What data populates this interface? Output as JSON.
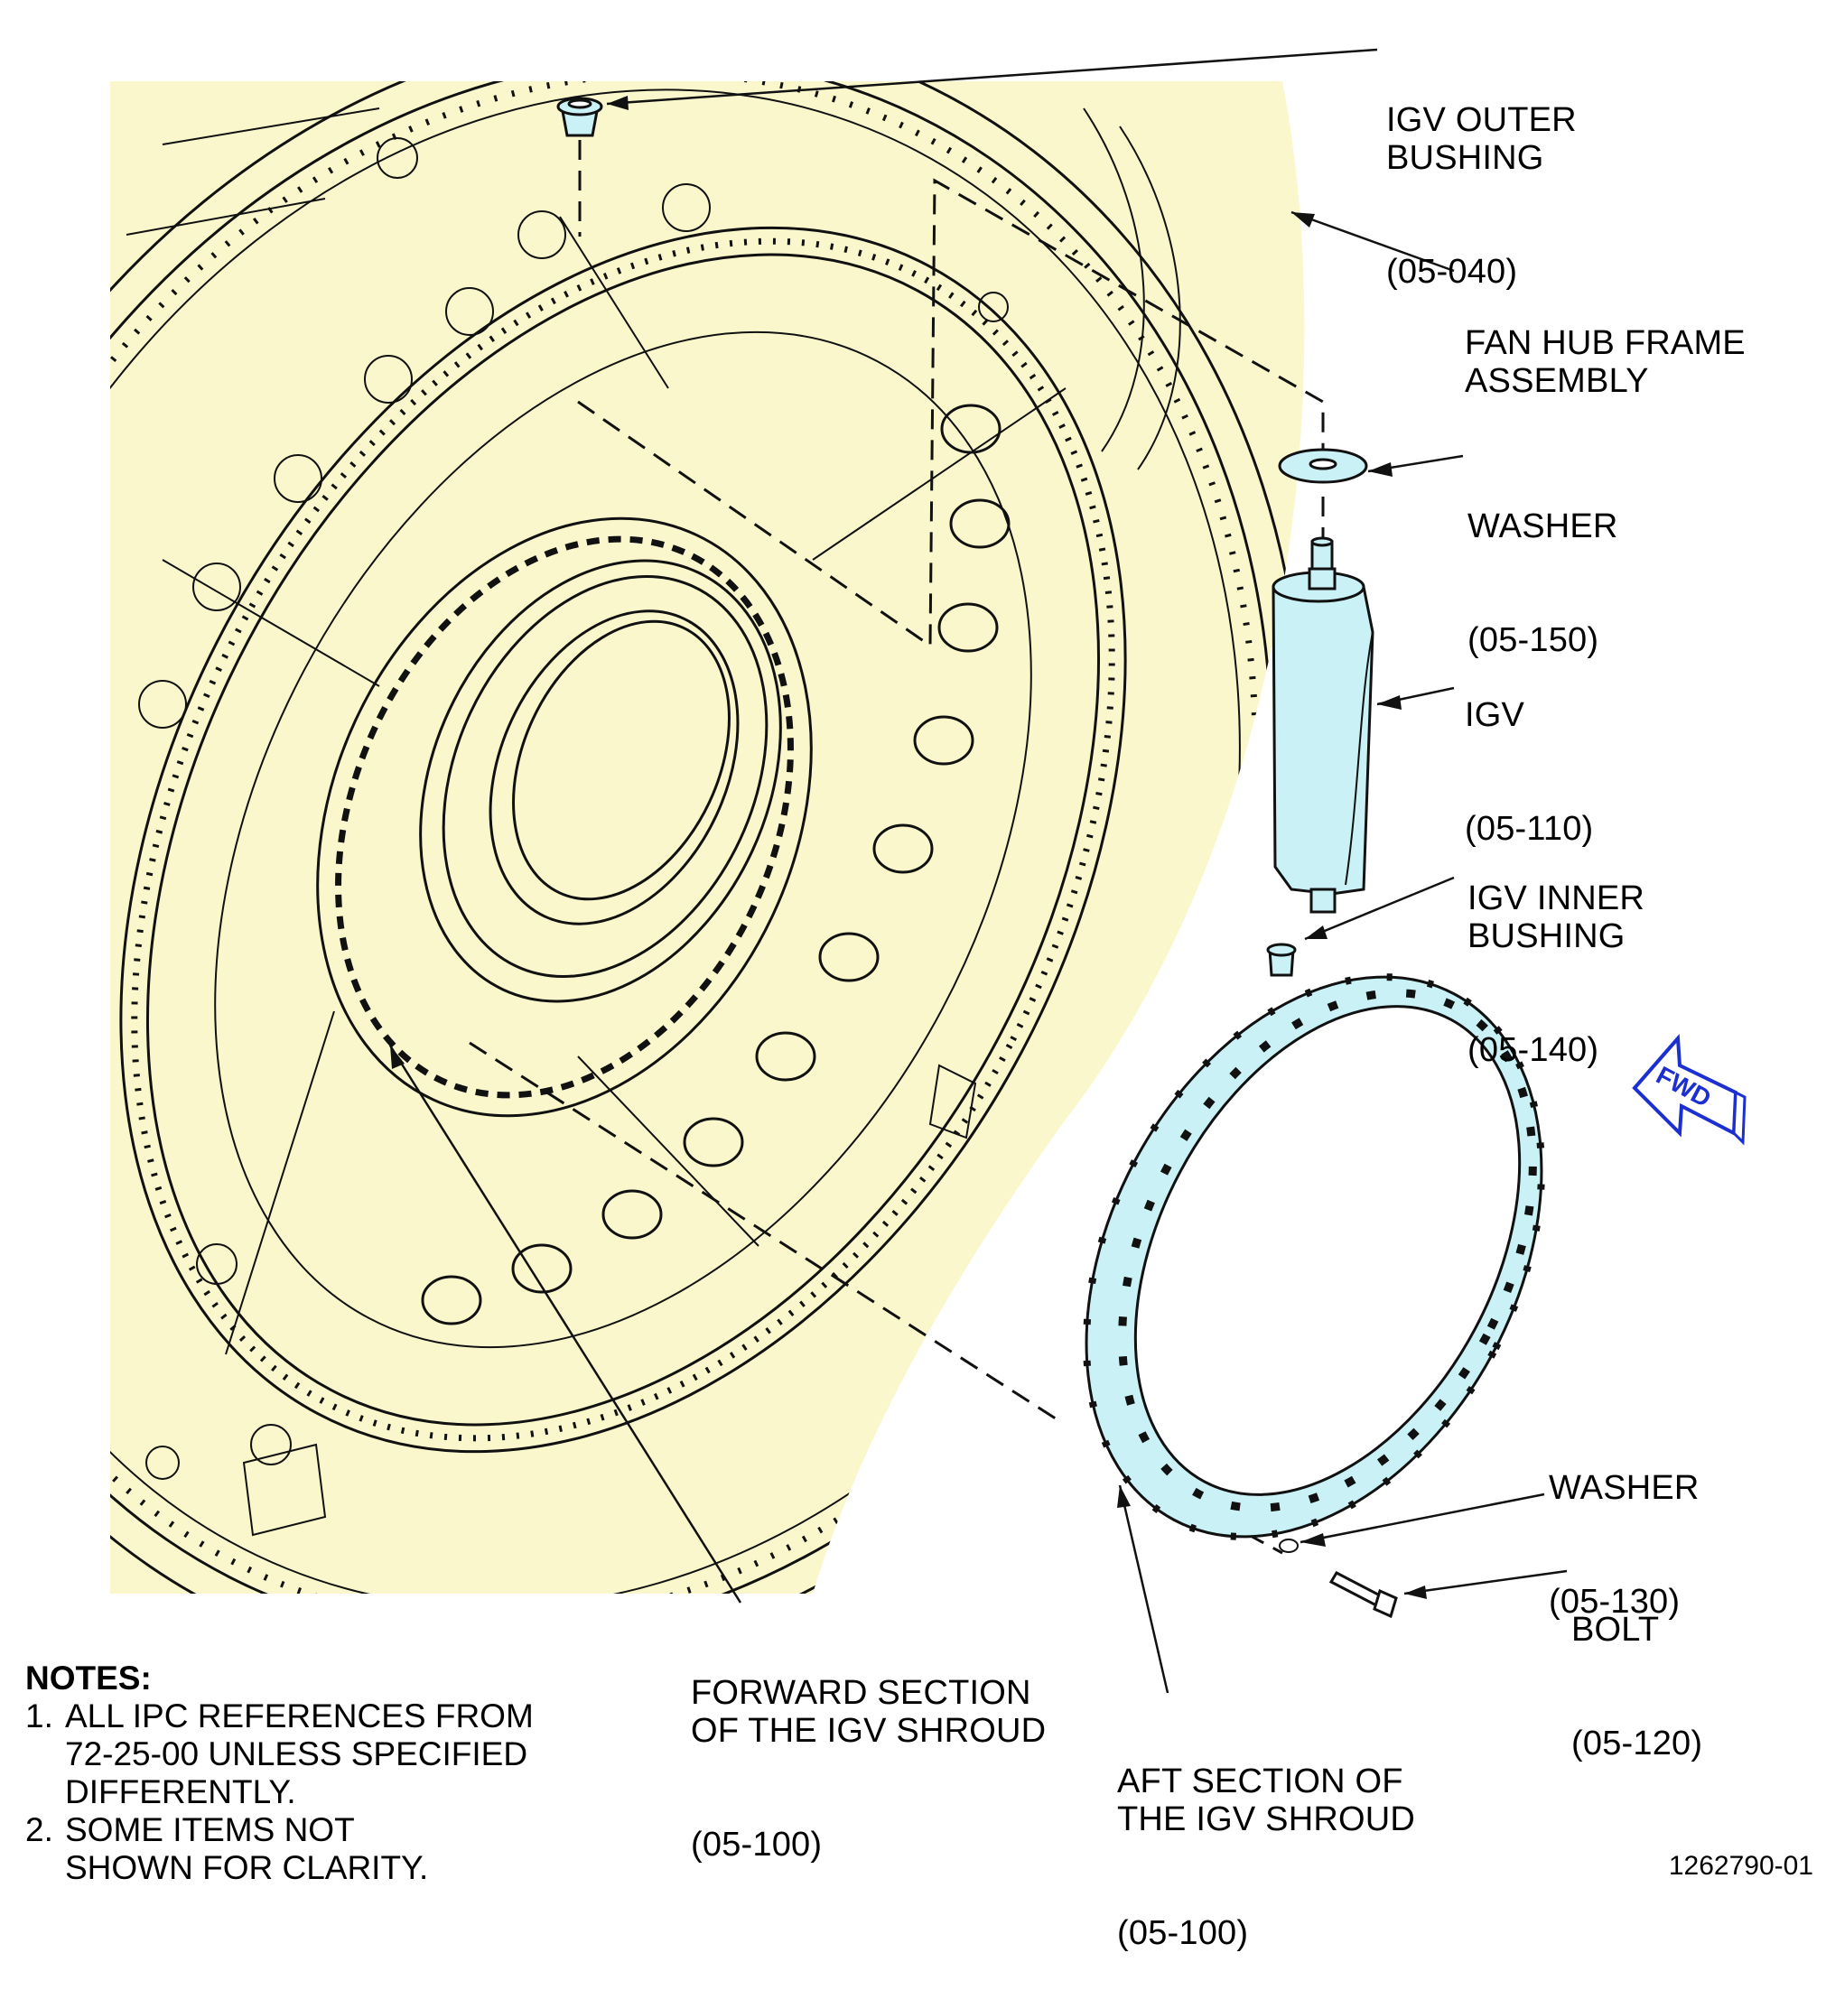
{
  "colors": {
    "frame_fill": "#faf7cd",
    "part_fill": "#c9f1f6",
    "line": "#111111",
    "fwd_arrow": "#1c2fd0"
  },
  "callouts": {
    "igv_outer_bushing": {
      "name": "IGV OUTER\nBUSHING",
      "ref": "(05-040)"
    },
    "fan_hub_frame": {
      "name": "FAN HUB FRAME\nASSEMBLY"
    },
    "washer_top": {
      "name": "WASHER",
      "ref": "(05-150)"
    },
    "igv": {
      "name": "IGV",
      "ref": "(05-110)"
    },
    "igv_inner_bushing": {
      "name": "IGV INNER\nBUSHING",
      "ref": "(05-140)"
    },
    "washer_bottom": {
      "name": "WASHER",
      "ref": "(05-130)"
    },
    "bolt": {
      "name": "BOLT",
      "ref": "(05-120)"
    },
    "forward_section": {
      "name": "FORWARD SECTION\nOF THE IGV SHROUD",
      "ref": "(05-100)"
    },
    "aft_section": {
      "name": "AFT SECTION OF\nTHE IGV SHROUD",
      "ref": "(05-100)"
    }
  },
  "fwd_label": "FWD",
  "notes": {
    "title": "NOTES:",
    "items": [
      {
        "num": "1.",
        "text": "ALL IPC REFERENCES FROM\n72-25-00 UNLESS SPECIFIED\nDIFFERENTLY."
      },
      {
        "num": "2.",
        "text": "SOME ITEMS NOT\nSHOWN FOR CLARITY."
      }
    ]
  },
  "figure_id": "1262790-01"
}
